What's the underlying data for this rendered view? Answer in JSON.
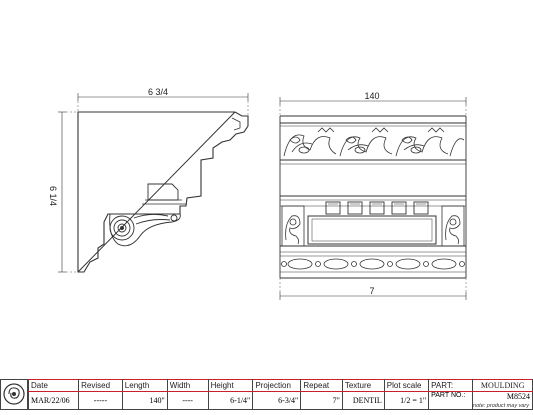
{
  "drawing": {
    "side_width_label": "6 3/4",
    "side_height_label": "6 1/4",
    "front_width_label": "140",
    "front_height_label": "7"
  },
  "title_block": {
    "headers": {
      "date": "Date",
      "revised": "Revised",
      "length": "Length",
      "width": "Width",
      "height": "Height",
      "projection": "Projection",
      "repeat": "Repeat",
      "texture": "Texture",
      "plot_scale": "Plot scale",
      "part": "PART:",
      "part_no": "PART NO.:"
    },
    "values": {
      "date": "MAR/22/06",
      "revised": "-----",
      "length": "140\"",
      "width": "----",
      "height": "6-1/4\"",
      "projection": "6-3/4\"",
      "repeat": "7\"",
      "texture": "DENTIL",
      "plot_scale": "1/2 = 1\"",
      "part": "MOULDING",
      "part_no": "M8524"
    },
    "note": "note: product may vary"
  },
  "colors": {
    "line": "#333333",
    "title_rule": "#c8212a",
    "part_text": "#2a3a9a"
  }
}
